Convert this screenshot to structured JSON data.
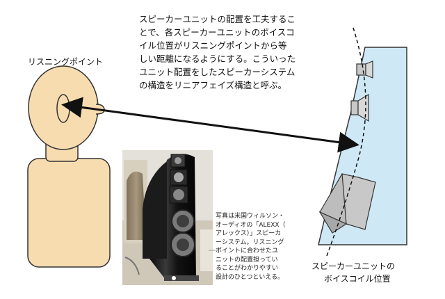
{
  "description_lines": [
    "スピーカーユニットの配置を工夫するこ",
    "とで、各スピーカーユニットのボイスコ",
    "イル位置がリスニングポイントから等",
    "しい距離になるようにする。こういった",
    "ユニット配置をしたスピーカーシステム",
    "の構造をリニアフェイズ構造と呼ぶ。"
  ],
  "listening_point_label": "リスニングポイント",
  "caption_lines": [
    "写真は米国ウィルソン・",
    "オーディオの「ALEXX（",
    "アレックス）」スピーカ",
    "ーシステム。リスニング",
    "ポイントに合わせたユ",
    "ニットの配置担ってい",
    "ることがわかりやすい",
    "設計のひとつといえる。"
  ],
  "voice_coil_label_lines": [
    "スピーカーユニットの",
    "ボイスコイル位置"
  ],
  "colors": {
    "head_fill": "#f7dcb0",
    "outline": "#333333",
    "cabinet_fill": "#cfe8f6",
    "driver_fill": "#c8c8c8",
    "arrow": "#111111"
  },
  "icons": [
    "head-figure",
    "speaker-cabinet",
    "speaker-photo"
  ]
}
